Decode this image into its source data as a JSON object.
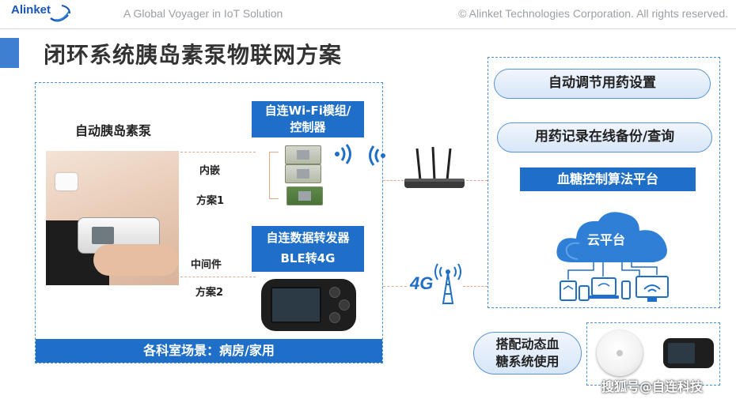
{
  "header": {
    "logo_text": "Alinket",
    "tagline": "A Global Voyager in IoT Solution",
    "copyright": "© Alinket Technologies Corporation. All rights reserved."
  },
  "title": "闭环系统胰岛素泵物联网方案",
  "left": {
    "pump_title": "自动胰岛素泵",
    "label_embedded": "内嵌",
    "label_plan1": "方案1",
    "label_middleware": "中间件",
    "label_plan2": "方案2",
    "wifi_box_line1": "自连Wi-Fi模组/",
    "wifi_box_line2": "控制器",
    "relay_box_line1": "自连数据转发器",
    "relay_box_line2": "BLE转4G",
    "footer": "各科室场景：病房/家用"
  },
  "middle": {
    "label_4g": "4G"
  },
  "right": {
    "pill_dose": "自动调节用药设置",
    "pill_record": "用药记录在线备份/查询",
    "algo_box": "血糖控制算法平台",
    "cloud_label": "云平台",
    "cgm_line1": "搭配动态血",
    "cgm_line2": "糖系统使用"
  },
  "watermark": "搜狐号@自连科技",
  "colors": {
    "brand_blue": "#1f6fc8",
    "dash_border": "#4a90d9",
    "connector": "#e2a98f"
  },
  "icons": [
    "wifi-signal-icon",
    "router-icon",
    "cell-tower-icon",
    "cloud-icon",
    "connected-devices-icon"
  ]
}
